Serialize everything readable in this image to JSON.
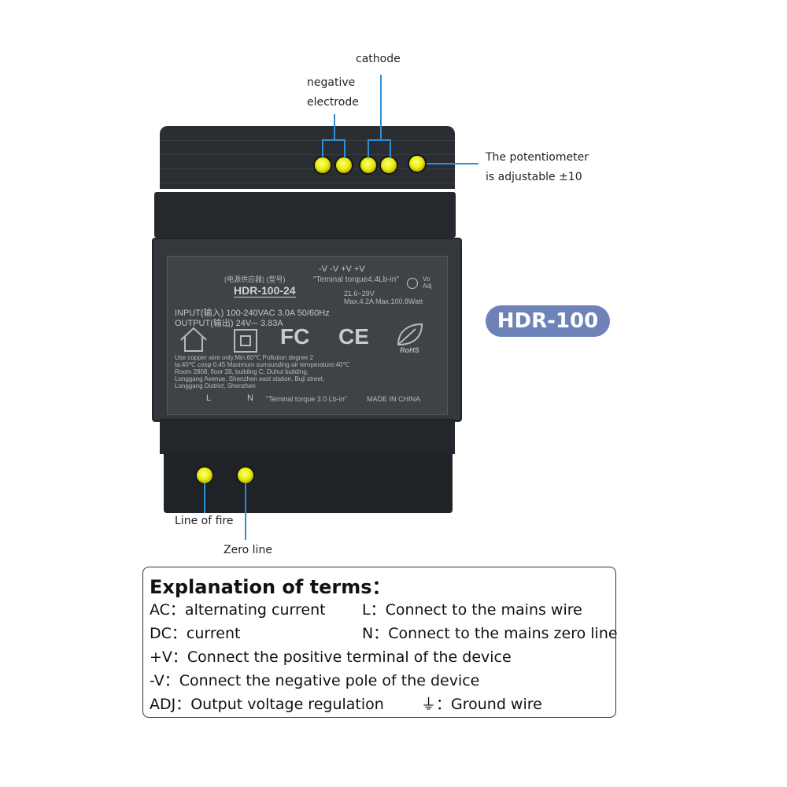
{
  "callouts": {
    "cathode": "cathode",
    "negative_electrode_l1": "negative",
    "negative_electrode_l2": "electrode",
    "potentiometer_l1": "The potentiometer",
    "potentiometer_l2": "is adjustable ±10",
    "line_of_fire": "Line of fire",
    "zero_line": "Zero line"
  },
  "badge": {
    "label": "HDR-100",
    "color": "#6d83b8"
  },
  "device": {
    "terminal_labels": "-V  -V  +V  +V",
    "torque_top": "\"Teminal torque4.4Lb-in\"",
    "adj_label": "Vo Adj",
    "brand_cn": "(电源供应器)  (型号)",
    "model": "HDR-100-24",
    "range_1": "21.6~29V",
    "range_2": "Max.4.2A   Max.100.8Watt",
    "input": "INPUT(输入) 100-240VAC 3.0A 50/60Hz",
    "output": "OUTPUT(输出) 24V⎓ 3.83A",
    "fc": "FC",
    "ce": "CE",
    "rohs": "RoHS",
    "fine_1": "Use copper wire only,Min.60℃   Pollution degree 2",
    "fine_2": "ta:40℃  cosφ 0.45  Maximum surrounding air temperature:40℃",
    "fine_3": "Room 2808, floor 28, building C, Duhui building,",
    "fine_4": "Longgang Avenue, Shenzhen east station, Buji street,",
    "fine_5": "Longgang District, Shenzhen",
    "label_l": "L",
    "label_n": "N",
    "torque_bottom": "\"Teminal torque 3.0 Lb-in\"",
    "made_in": "MADE IN CHINA",
    "led_color": "#e8ee10",
    "leader_color": "#2e8fd6"
  },
  "explanation": {
    "title": "Explanation of terms：",
    "rows": [
      {
        "left": "AC：alternating current",
        "right": "L：Connect to the mains wire"
      },
      {
        "left": "DC：current",
        "right": "N：Connect to the mains zero line"
      },
      {
        "left": "+V：Connect the positive terminal of the device",
        "right": ""
      },
      {
        "left": "-V：Connect the negative pole of the device",
        "right": ""
      },
      {
        "left": "ADJ：Output voltage regulation",
        "right": "⏚：Ground wire"
      }
    ]
  }
}
